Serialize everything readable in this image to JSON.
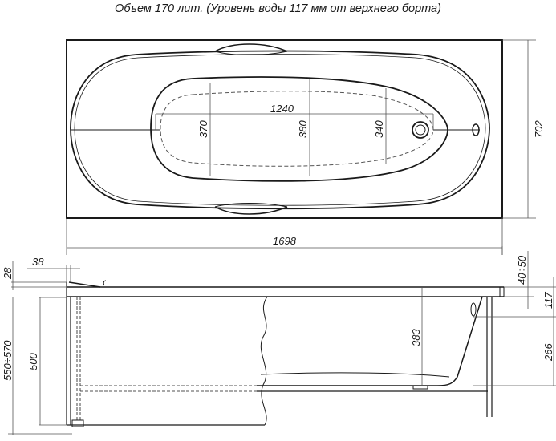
{
  "title": "Объем 170 лит. (Уровень воды 117 мм от верхнего борта)",
  "top_view": {
    "length_label": "1698",
    "width_label": "702",
    "inner_length_label": "1240",
    "width_head_label": "370",
    "width_mid_label": "380",
    "width_foot_label": "340"
  },
  "side_view": {
    "rim_thickness_label": "28",
    "rim_overhang_label": "38",
    "total_height_label": "550÷570",
    "frame_height_label": "500",
    "depth_label": "383",
    "apron_range_label": "40÷50",
    "water_level_label": "117",
    "overflow_height_label": "266"
  },
  "colors": {
    "line": "#1a1a1a",
    "dim_line": "#555555",
    "background": "#ffffff"
  }
}
